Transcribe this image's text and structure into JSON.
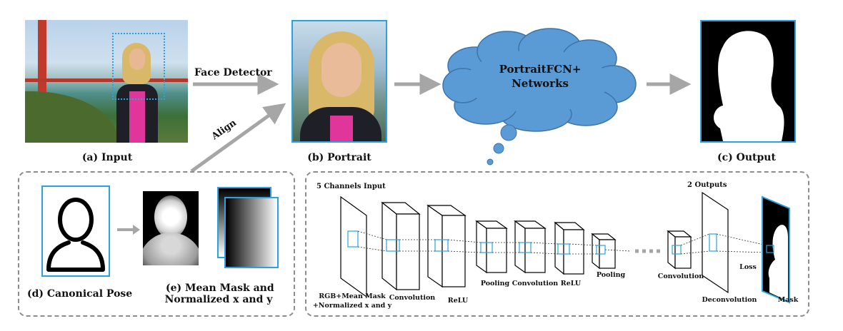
{
  "top": {
    "input_caption": "(a) Input",
    "portrait_caption": "(b) Portrait",
    "output_caption": "(c) Output",
    "face_detector_label": "Face Detector",
    "align_label": "Align",
    "network_label_line1": "PortraitFCN+",
    "network_label_line2": "Networks"
  },
  "left_panel": {
    "canonical_caption": "(d) Canonical Pose",
    "mean_mask_caption_line1": "(e) Mean Mask and",
    "mean_mask_caption_line2": "Normalized x  and y"
  },
  "network": {
    "input_title": "5 Channels Input",
    "outputs_title": "2 Outputs",
    "input_label_line1": "RGB+Mean Mask",
    "input_label_line2": "+Normalized x and y",
    "layers": [
      "Convolution",
      "ReLU",
      "Pooling",
      "Convolution",
      "ReLU",
      "Pooling",
      "Convolution",
      "Deconvolution"
    ],
    "loss_label": "Loss",
    "mask_label": "Mask"
  },
  "colors": {
    "accent_blue": "#29a3e0",
    "cloud_blue": "#5b9bd5",
    "arrow_gray": "#a6a6a6",
    "dash_gray": "#8c8c8c"
  }
}
